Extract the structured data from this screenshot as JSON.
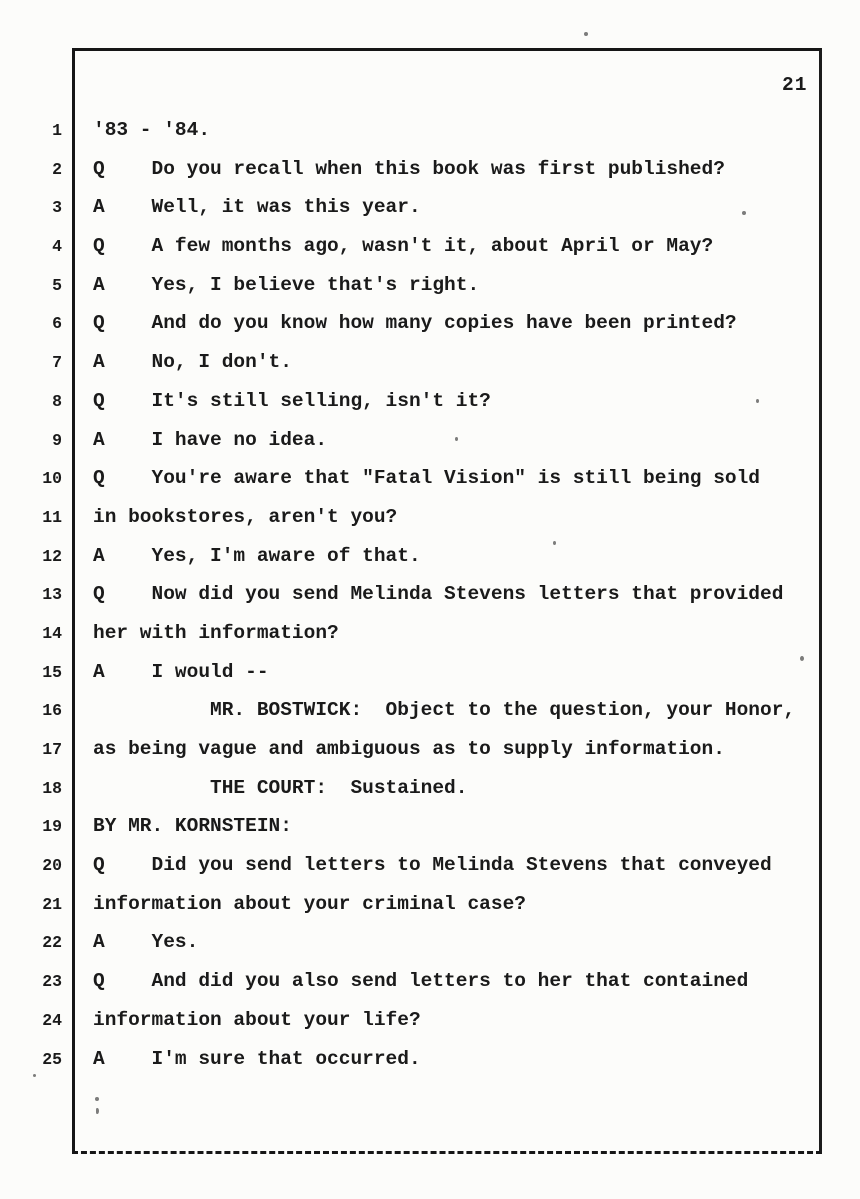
{
  "page": {
    "number": "21"
  },
  "transcript": {
    "lines": [
      {
        "n": "1",
        "speaker": "",
        "indent": 0,
        "text": "'83 - '84."
      },
      {
        "n": "2",
        "speaker": "Q",
        "indent": 0,
        "text": "Do you recall when this book was first published?"
      },
      {
        "n": "3",
        "speaker": "A",
        "indent": 0,
        "text": "Well, it was this year."
      },
      {
        "n": "4",
        "speaker": "Q",
        "indent": 0,
        "text": "A few months ago, wasn't it, about April or May?"
      },
      {
        "n": "5",
        "speaker": "A",
        "indent": 0,
        "text": "Yes, I believe that's right."
      },
      {
        "n": "6",
        "speaker": "Q",
        "indent": 0,
        "text": "And do you know how many copies have been printed?"
      },
      {
        "n": "7",
        "speaker": "A",
        "indent": 0,
        "text": "No, I don't."
      },
      {
        "n": "8",
        "speaker": "Q",
        "indent": 0,
        "text": "It's still selling, isn't it?"
      },
      {
        "n": "9",
        "speaker": "A",
        "indent": 0,
        "text": "I have no idea."
      },
      {
        "n": "10",
        "speaker": "Q",
        "indent": 0,
        "text": "You're aware that \"Fatal Vision\" is still being sold"
      },
      {
        "n": "11",
        "speaker": "",
        "indent": 0,
        "text": "in bookstores, aren't you?"
      },
      {
        "n": "12",
        "speaker": "A",
        "indent": 0,
        "text": "Yes, I'm aware of that."
      },
      {
        "n": "13",
        "speaker": "Q",
        "indent": 0,
        "text": "Now did you send Melinda Stevens letters that provided"
      },
      {
        "n": "14",
        "speaker": "",
        "indent": 0,
        "text": "her with information?"
      },
      {
        "n": "15",
        "speaker": "A",
        "indent": 0,
        "text": "I would --"
      },
      {
        "n": "16",
        "speaker": "",
        "indent": 10,
        "text": "MR. BOSTWICK:  Object to the question, your Honor,"
      },
      {
        "n": "17",
        "speaker": "",
        "indent": 0,
        "text": "as being vague and ambiguous as to supply information."
      },
      {
        "n": "18",
        "speaker": "",
        "indent": 10,
        "text": "THE COURT:  Sustained."
      },
      {
        "n": "19",
        "speaker": "",
        "indent": 0,
        "text": "BY MR. KORNSTEIN:"
      },
      {
        "n": "20",
        "speaker": "Q",
        "indent": 0,
        "text": "Did you send letters to Melinda Stevens that conveyed"
      },
      {
        "n": "21",
        "speaker": "",
        "indent": 0,
        "text": "information about your criminal case?"
      },
      {
        "n": "22",
        "speaker": "A",
        "indent": 0,
        "text": "Yes."
      },
      {
        "n": "23",
        "speaker": "Q",
        "indent": 0,
        "text": "And did you also send letters to her that contained"
      },
      {
        "n": "24",
        "speaker": "",
        "indent": 0,
        "text": "information about your life?"
      },
      {
        "n": "25",
        "speaker": "A",
        "indent": 0,
        "text": "I'm sure that occurred."
      }
    ]
  },
  "colors": {
    "ink": "#1a1a1a",
    "paper": "#fcfcfa"
  }
}
